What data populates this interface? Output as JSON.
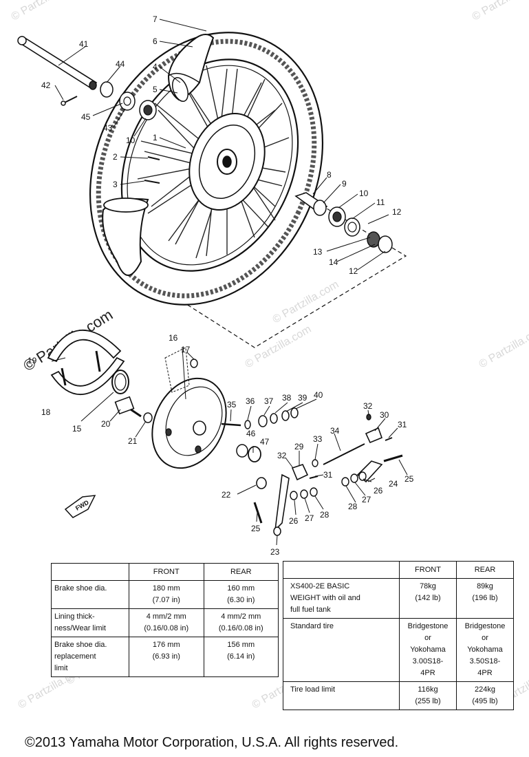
{
  "watermark": "© Partzilla.com",
  "fwd_label": "FWD",
  "labels": {
    "1": "1",
    "2": "2",
    "3": "3",
    "4": "4",
    "5": "5",
    "6": "6",
    "7": "7",
    "8": "8",
    "9": "9",
    "10": "10",
    "11": "11",
    "12": "12",
    "13": "13",
    "14": "14",
    "15": "15",
    "16": "16",
    "17": "17",
    "18": "18",
    "19": "19",
    "20": "20",
    "21": "21",
    "22": "22",
    "23": "23",
    "24": "24",
    "25": "25",
    "26": "26",
    "27": "27",
    "28": "28",
    "29": "29",
    "30": "30",
    "31": "31",
    "32": "32",
    "33": "33",
    "34": "34",
    "35": "35",
    "36": "36",
    "37": "37",
    "38": "38",
    "39": "39",
    "40": "40",
    "41": "41",
    "42": "42",
    "43": "43",
    "44": "44",
    "45": "45",
    "46": "46",
    "47": "47"
  },
  "brake_table": {
    "headers": [
      "FRONT",
      "REAR"
    ],
    "rows": [
      {
        "label": [
          "Brake shoe dia."
        ],
        "front": [
          "180 mm",
          "(7.07 in)"
        ],
        "rear": [
          "160 mm",
          "(6.30 in)"
        ]
      },
      {
        "label": [
          "Lining thick-",
          "ness/Wear limit"
        ],
        "front": [
          "4 mm/2 mm",
          "(0.16/0.08 in)"
        ],
        "rear": [
          "4 mm/2 mm",
          "(0.16/0.08 in)"
        ]
      },
      {
        "label": [
          "Brake shoe dia.",
          "replacement",
          "limit"
        ],
        "front": [
          "176 mm",
          "(6.93 in)"
        ],
        "rear": [
          "156 mm",
          "(6.14 in)"
        ]
      }
    ]
  },
  "weight_table": {
    "headers": [
      "FRONT",
      "REAR"
    ],
    "rows": [
      {
        "label": [
          "XS400-2E BASIC",
          "WEIGHT with oil and",
          "full fuel tank"
        ],
        "front": [
          "78kg",
          "(142 lb)"
        ],
        "rear": [
          "89kg",
          "(196 lb)"
        ]
      },
      {
        "label": [
          "Standard tire"
        ],
        "front": [
          "Bridgestone",
          "or",
          "Yokohama",
          "3.00S18-",
          "4PR"
        ],
        "rear": [
          "Bridgestone",
          "or",
          "Yokohama",
          "3.50S18-",
          "4PR"
        ]
      },
      {
        "label": [
          "Tire load limit"
        ],
        "front": [
          "116kg",
          "(255 lb)"
        ],
        "rear": [
          "224kg",
          "(495 lb)"
        ]
      }
    ]
  },
  "footer": "©2013 Yamaha Motor Corporation, U.S.A. All rights reserved."
}
